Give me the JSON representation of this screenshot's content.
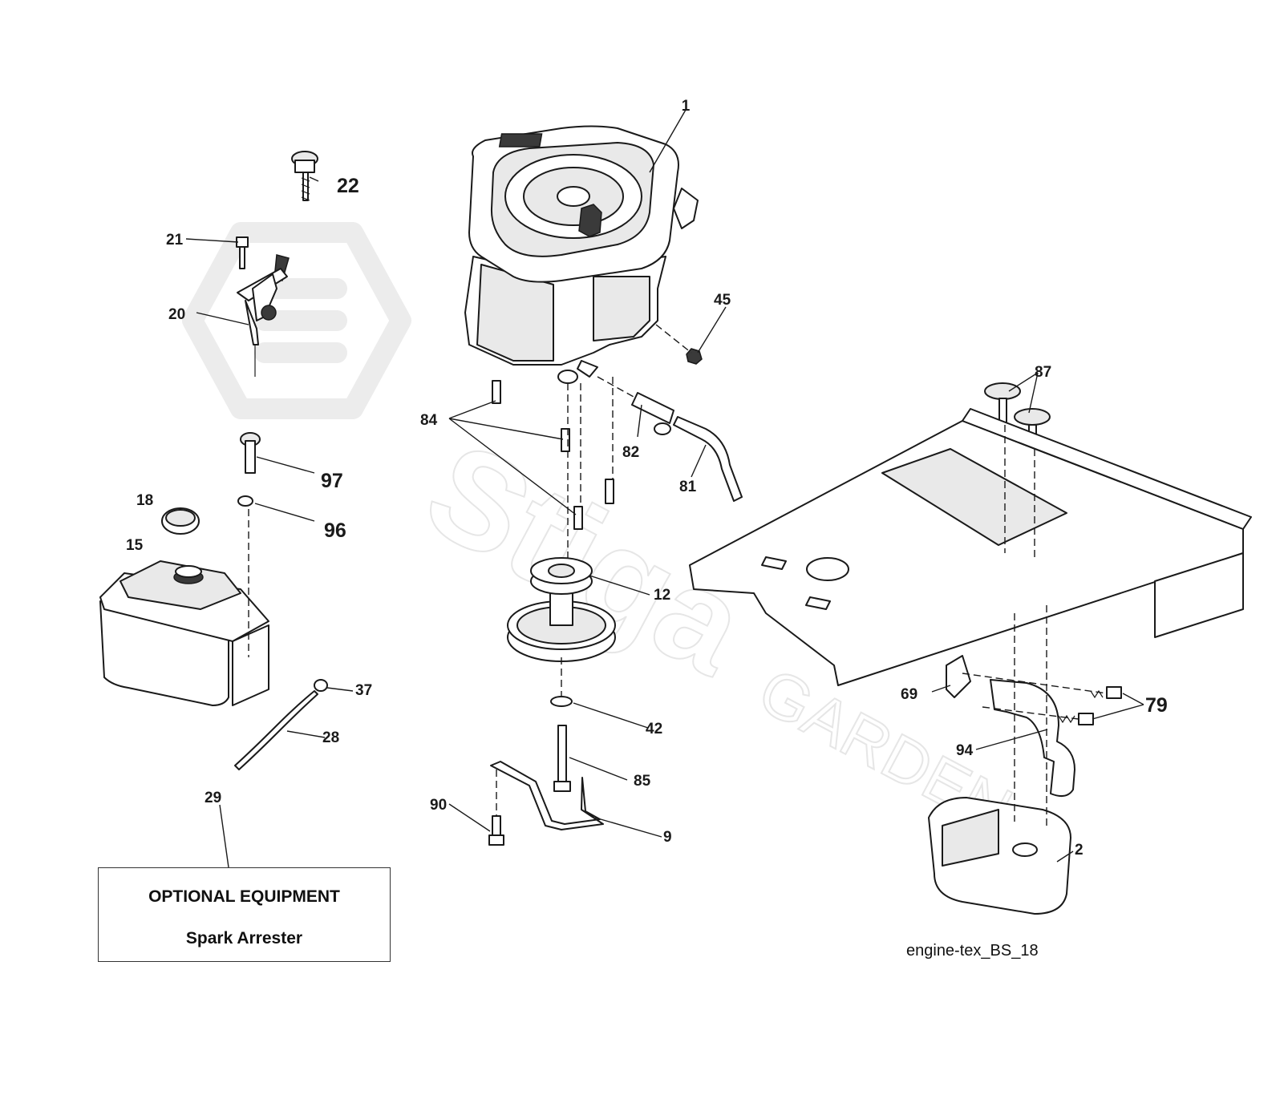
{
  "diagram": {
    "callouts": [
      {
        "id": "c1",
        "text": "1"
      },
      {
        "id": "c22",
        "text": "22"
      },
      {
        "id": "c21",
        "text": "21"
      },
      {
        "id": "c20",
        "text": "20"
      },
      {
        "id": "c45",
        "text": "45"
      },
      {
        "id": "c87",
        "text": "87"
      },
      {
        "id": "c84",
        "text": "84"
      },
      {
        "id": "c82",
        "text": "82"
      },
      {
        "id": "c81",
        "text": "81"
      },
      {
        "id": "c97",
        "text": "97"
      },
      {
        "id": "c96",
        "text": "96"
      },
      {
        "id": "c18",
        "text": "18"
      },
      {
        "id": "c15",
        "text": "15"
      },
      {
        "id": "c12",
        "text": "12"
      },
      {
        "id": "c69",
        "text": "69"
      },
      {
        "id": "c79",
        "text": "79"
      },
      {
        "id": "c37",
        "text": "37"
      },
      {
        "id": "c28",
        "text": "28"
      },
      {
        "id": "c42",
        "text": "42"
      },
      {
        "id": "c94",
        "text": "94"
      },
      {
        "id": "c85",
        "text": "85"
      },
      {
        "id": "c29",
        "text": "29"
      },
      {
        "id": "c90",
        "text": "90"
      },
      {
        "id": "c9",
        "text": "9"
      },
      {
        "id": "c2",
        "text": "2"
      }
    ],
    "note": {
      "title": "OPTIONAL EQUIPMENT",
      "text": "Spark Arrester"
    },
    "figure_code": "engine-tex_BS_18"
  }
}
